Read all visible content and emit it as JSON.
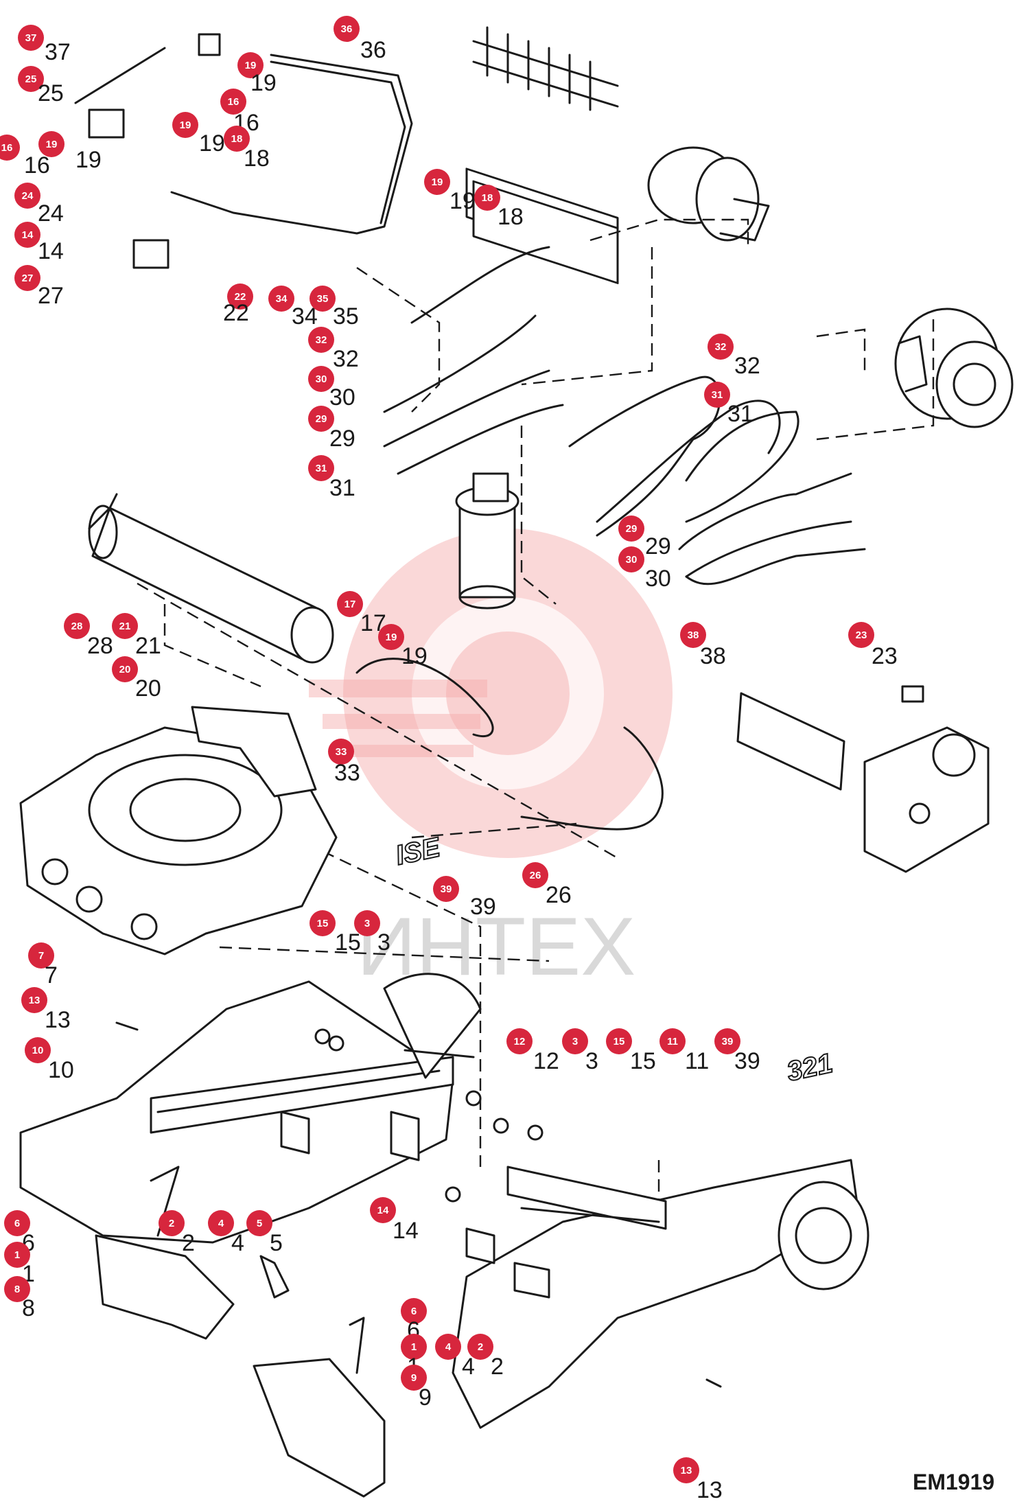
{
  "diagram": {
    "drawing_code": "EM1919",
    "watermark": "ИНТЕХ",
    "decals": {
      "ise": "ISE",
      "model": "321"
    },
    "callouts": [
      {
        "id": "37",
        "label": "37"
      },
      {
        "id": "25",
        "label": "25"
      },
      {
        "id": "16",
        "label": "16"
      },
      {
        "id": "19",
        "label": "19"
      },
      {
        "id": "24",
        "label": "24"
      },
      {
        "id": "14",
        "label": "14"
      },
      {
        "id": "27",
        "label": "27"
      },
      {
        "id": "22",
        "label": "22"
      },
      {
        "id": "34",
        "label": "34"
      },
      {
        "id": "35",
        "label": "35"
      },
      {
        "id": "36",
        "label": "36"
      },
      {
        "id": "18",
        "label": "18"
      },
      {
        "id": "32",
        "label": "32"
      },
      {
        "id": "30",
        "label": "30"
      },
      {
        "id": "29",
        "label": "29"
      },
      {
        "id": "31",
        "label": "31"
      },
      {
        "id": "28",
        "label": "28"
      },
      {
        "id": "21",
        "label": "21"
      },
      {
        "id": "20",
        "label": "20"
      },
      {
        "id": "17",
        "label": "17"
      },
      {
        "id": "33",
        "label": "33"
      },
      {
        "id": "38",
        "label": "38"
      },
      {
        "id": "23",
        "label": "23"
      },
      {
        "id": "26",
        "label": "26"
      },
      {
        "id": "39",
        "label": "39"
      },
      {
        "id": "7",
        "label": "7"
      },
      {
        "id": "15",
        "label": "15"
      },
      {
        "id": "3",
        "label": "3"
      },
      {
        "id": "13",
        "label": "13"
      },
      {
        "id": "10",
        "label": "10"
      },
      {
        "id": "12",
        "label": "12"
      },
      {
        "id": "11",
        "label": "11"
      },
      {
        "id": "6",
        "label": "6"
      },
      {
        "id": "2",
        "label": "2"
      },
      {
        "id": "4",
        "label": "4"
      },
      {
        "id": "5",
        "label": "5"
      },
      {
        "id": "1",
        "label": "1"
      },
      {
        "id": "8",
        "label": "8"
      },
      {
        "id": "9",
        "label": "9"
      }
    ],
    "colors": {
      "badge": "#d7263d",
      "line": "#1a1a1a",
      "watermark": "#f4a9a9"
    }
  }
}
